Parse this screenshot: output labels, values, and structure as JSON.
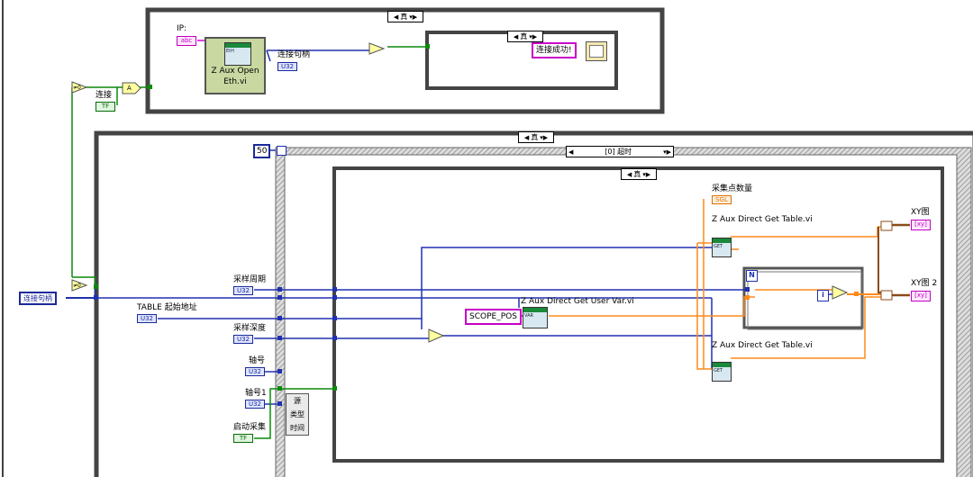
{
  "top_case": {
    "selector": "真",
    "inner_selector": "真"
  },
  "ip_label": "IP:",
  "ip_terminal": "abc",
  "open_vi": {
    "name": "Z Aux Open Eth.vi",
    "line1": "Z Aux Open",
    "line2": "Eth.vi",
    "icon_text": "EtH"
  },
  "handle_label": "连接句柄",
  "handle_type": "U32",
  "connect_label": "连接",
  "bool_type": "TF",
  "success_msg": "连接成功!",
  "and_gate": "A",
  "notequal_zero": "≠0",
  "main_case": {
    "selector": "真"
  },
  "event": {
    "timeout_const": "50",
    "selector": "[0] 超时"
  },
  "inner_case": {
    "selector": "真"
  },
  "handle_ref": "连接句柄",
  "sample_period": {
    "label": "采样周期",
    "type": "U32"
  },
  "table_start": {
    "label": "TABLE 起始地址",
    "type": "U32"
  },
  "sample_depth": {
    "label": "采样深度",
    "type": "U32"
  },
  "axis0": {
    "label": "轴号",
    "type": "U32"
  },
  "axis1": {
    "label": "轴号1",
    "type": "U32"
  },
  "start_collect": {
    "label": "启动采集",
    "type": "TF"
  },
  "unbundle": [
    "源",
    "类型",
    "时间"
  ],
  "points_count": {
    "label": "采集点数量",
    "type": "SGL"
  },
  "get_table_1": "Z Aux Direct Get Table.vi",
  "get_table_2": "Z Aux Direct Get Table.vi",
  "get_user_var": "Z Aux Direct Get User Var.vi",
  "scope_pos": "SCOPE_POS",
  "xy_graph_1": "XY图",
  "xy_graph_2": "XY图 2",
  "loop_n": "N",
  "loop_i": "i",
  "xy_terminal": "[xy]",
  "icons": {
    "vi": "labview-subvi-icon",
    "msg": "one-button-dialog-icon",
    "notequal": "not-equal-zero-icon",
    "and": "and-gate-icon",
    "add": "add-node-icon",
    "multiply": "multiply-node-icon"
  },
  "colors": {
    "int_wire": "#2030b0",
    "float_wire": "#ff8a1a",
    "string_wire": "#e040e0",
    "bool_wire": "#0a8a0a",
    "cluster_wire": "#8a4a1a"
  }
}
